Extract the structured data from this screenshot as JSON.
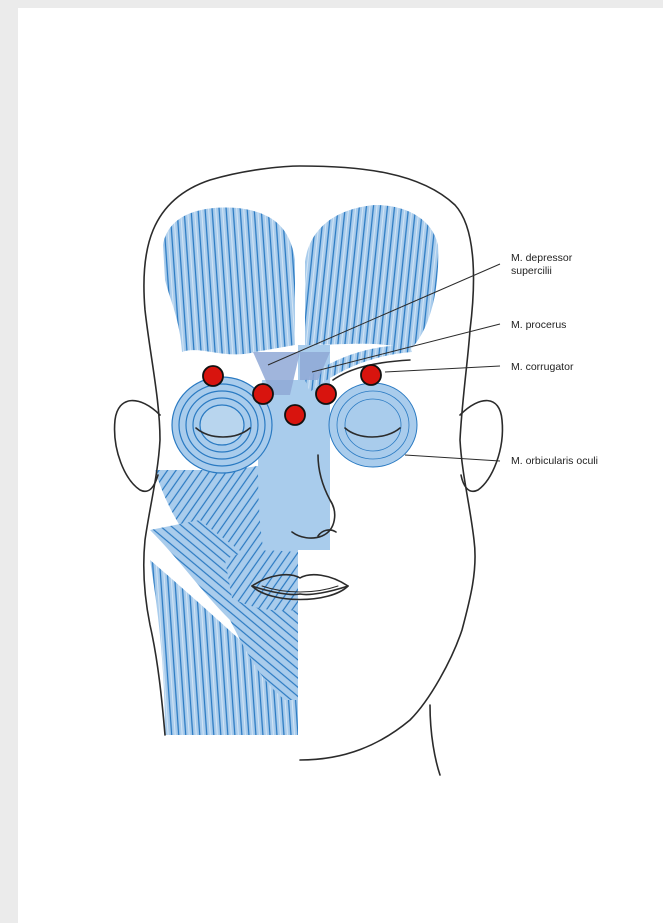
{
  "colors": {
    "background": "#ebebeb",
    "sheet": "#ffffff",
    "muscle_fill": "#a9ccec",
    "muscle_fibers": "#2a7ac2",
    "muscle_dark": "#8fa8d6",
    "outline": "#2b2b2b",
    "point_fill": "#d8140e",
    "point_stroke": "#111111"
  },
  "labels": {
    "depressor": "M. depressor\nsupercilii",
    "procerus": "M. procerus",
    "corrugator": "M. corrugator",
    "orbicularis": "M. orbicularis oculi"
  },
  "injection_points": [
    {
      "name": "lateral-right-brow"
    },
    {
      "name": "medial-right-brow"
    },
    {
      "name": "glabella-center"
    },
    {
      "name": "medial-left-brow"
    },
    {
      "name": "lateral-left-brow"
    }
  ]
}
